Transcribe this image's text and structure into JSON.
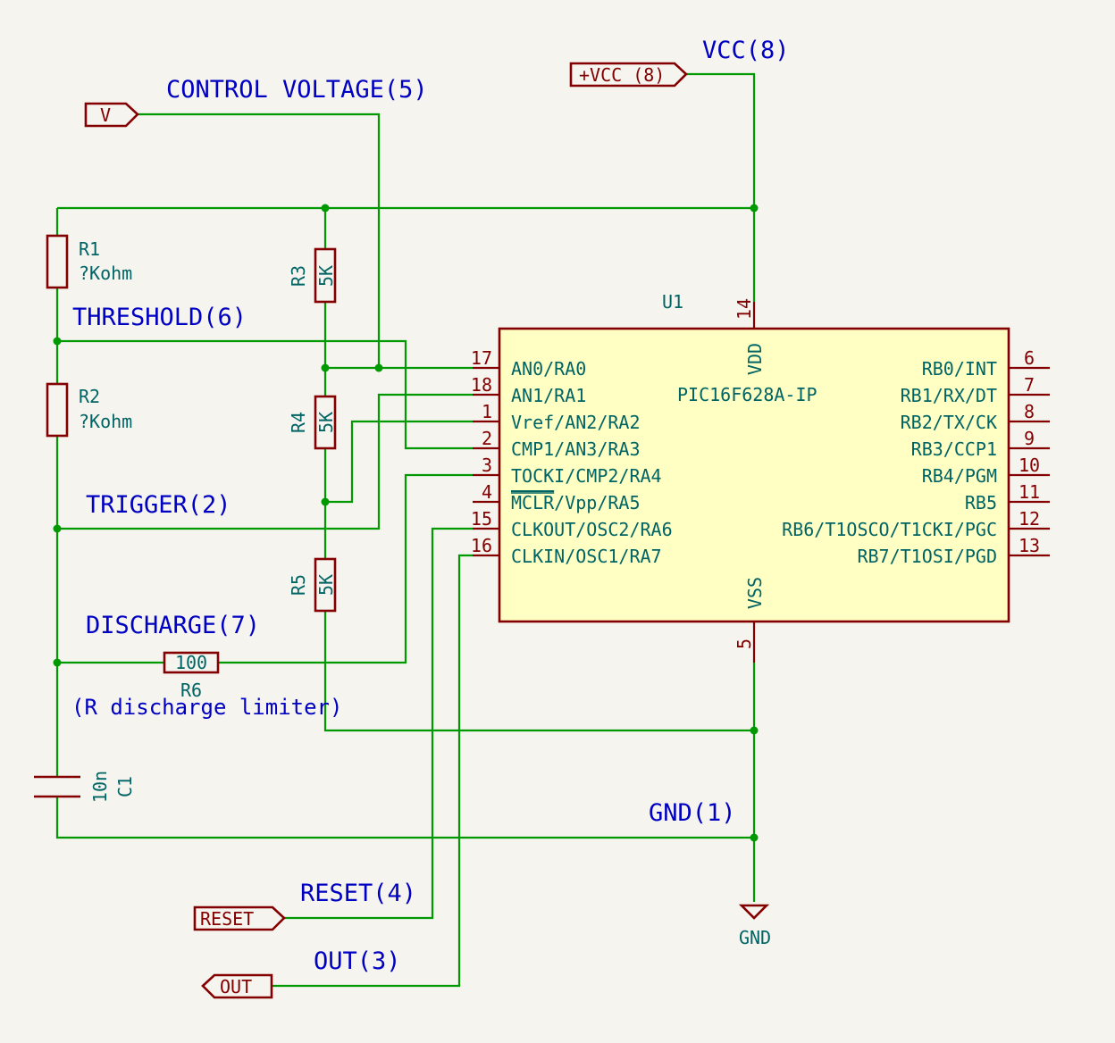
{
  "global_labels": {
    "vcc": "+VCC (8)",
    "v": "V",
    "reset": "RESET",
    "out": "OUT"
  },
  "net_labels": {
    "vcc": "VCC(8)",
    "control_voltage": "CONTROL VOLTAGE(5)",
    "threshold": "THRESHOLD(6)",
    "trigger": "TRIGGER(2)",
    "discharge": "DISCHARGE(7)",
    "gnd": "GND(1)",
    "reset": "RESET(4)",
    "out": "OUT(3)"
  },
  "components": {
    "r1": {
      "ref": "R1",
      "value": "?Kohm"
    },
    "r2": {
      "ref": "R2",
      "value": "?Kohm"
    },
    "r3": {
      "ref": "R3",
      "value": "5K"
    },
    "r4": {
      "ref": "R4",
      "value": "5K"
    },
    "r5": {
      "ref": "R5",
      "value": "5K"
    },
    "r6": {
      "ref": "R6",
      "value": "100",
      "note": "(R discharge limiter)"
    },
    "c1": {
      "ref": "C1",
      "value": "10n"
    },
    "gnd_symbol": "GND"
  },
  "chip": {
    "ref": "U1",
    "part": "PIC16F628A-IP",
    "vdd_pin": {
      "num": "14",
      "name": "VDD"
    },
    "vss_pin": {
      "num": "5",
      "name": "VSS"
    },
    "left_pins": [
      {
        "num": "17",
        "name": "AN0/RA0"
      },
      {
        "num": "18",
        "name": "AN1/RA1"
      },
      {
        "num": "1",
        "name": "Vref/AN2/RA2"
      },
      {
        "num": "2",
        "name": "CMP1/AN3/RA3"
      },
      {
        "num": "3",
        "name": "TOCKI/CMP2/RA4"
      },
      {
        "num": "4",
        "name": "/Vpp/RA5",
        "overbar": "MCLR"
      },
      {
        "num": "15",
        "name": "CLKOUT/OSC2/RA6"
      },
      {
        "num": "16",
        "name": "CLKIN/OSC1/RA7"
      }
    ],
    "right_pins": [
      {
        "num": "6",
        "name": "RB0/INT"
      },
      {
        "num": "7",
        "name": "RB1/RX/DT"
      },
      {
        "num": "8",
        "name": "RB2/TX/CK"
      },
      {
        "num": "9",
        "name": "RB3/CCP1"
      },
      {
        "num": "10",
        "name": "RB4/PGM"
      },
      {
        "num": "11",
        "name": "RB5"
      },
      {
        "num": "12",
        "name": "RB6/T1OSCO/T1CKI/PGC"
      },
      {
        "num": "13",
        "name": "RB7/T1OSI/PGD"
      }
    ]
  }
}
